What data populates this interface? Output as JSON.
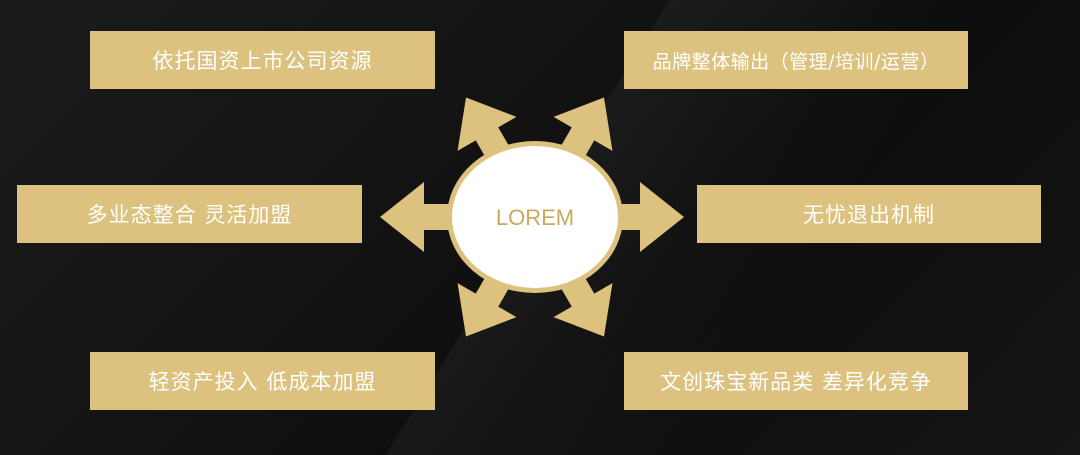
{
  "center": {
    "label": "LOREM"
  },
  "items": {
    "top_left": "依托国资上市公司资源",
    "top_right": "品牌整体输出（管理/培训/运营）",
    "middle_left": "多业态整合  灵活加盟",
    "middle_right": "无忧退出机制",
    "bottom_left": "轻资产投入  低成本加盟",
    "bottom_right": "文创珠宝新品类  差异化竞争"
  },
  "colors": {
    "gold": "#dcc27e",
    "center_fill": "#ffffff",
    "center_text": "#c9a95c",
    "background": "#141414"
  }
}
